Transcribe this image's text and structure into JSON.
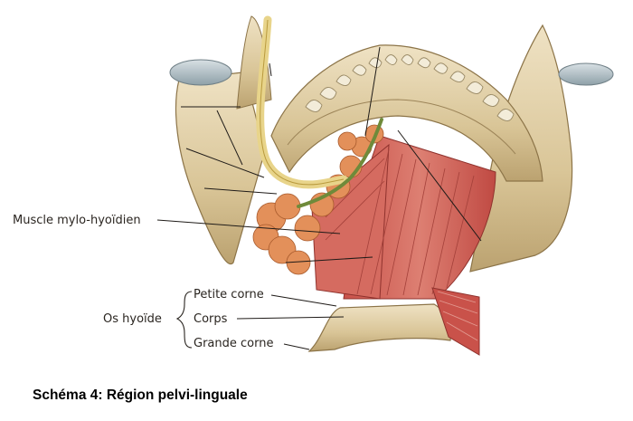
{
  "labels": {
    "mylohyoid": "Muscle mylo-hyoïdien",
    "hyoid_group": "Os hyoïde",
    "petite_corne": "Petite corne",
    "corps": "Corps",
    "grande_corne": "Grande corne"
  },
  "caption": "Schéma 4: Région pelvi-linguale"
}
